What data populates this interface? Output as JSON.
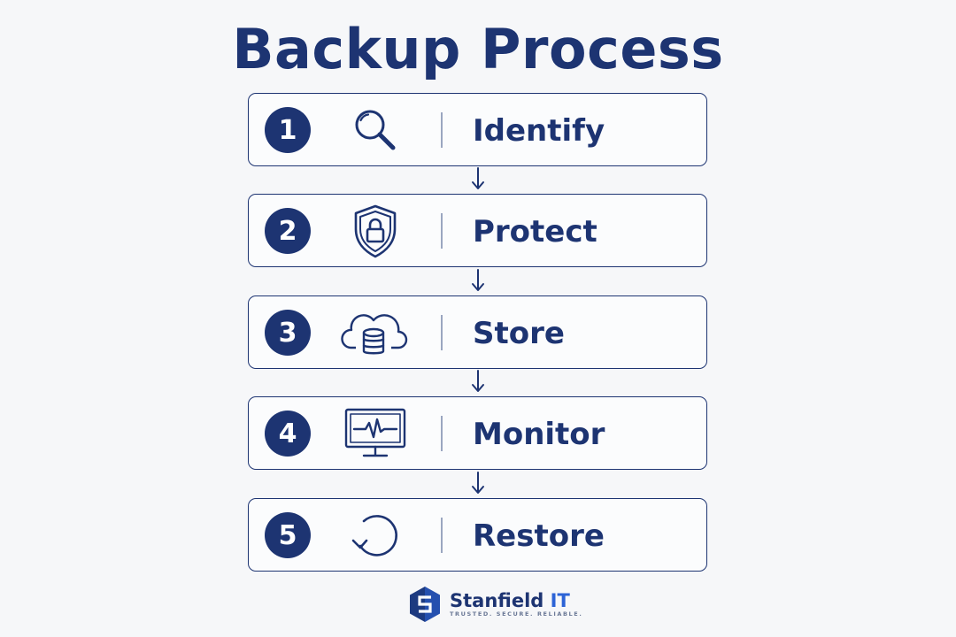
{
  "title": "Backup Process",
  "steps": [
    {
      "number": "1",
      "label": "Identify",
      "icon": "magnifier-icon"
    },
    {
      "number": "2",
      "label": "Protect",
      "icon": "shield-lock-icon"
    },
    {
      "number": "3",
      "label": "Store",
      "icon": "cloud-database-icon"
    },
    {
      "number": "4",
      "label": "Monitor",
      "icon": "monitor-pulse-icon"
    },
    {
      "number": "5",
      "label": "Restore",
      "icon": "restore-icon"
    }
  ],
  "logo": {
    "name_main": "Stanfield",
    "name_accent": "IT",
    "tagline": "TRUSTED. SECURE. RELIABLE."
  },
  "colors": {
    "primary": "#1d3472",
    "accent": "#2c63d6",
    "background": "#f6f7f9"
  }
}
